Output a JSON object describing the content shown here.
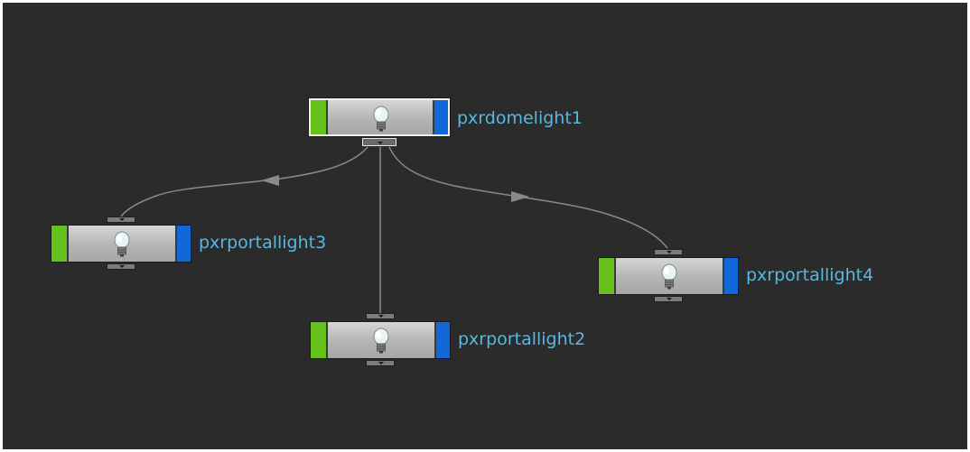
{
  "nodes": [
    {
      "id": "pxrdomelight1",
      "label": "pxrdomelight1",
      "selected": true,
      "icon": "light-bulb-icon"
    },
    {
      "id": "pxrportallight3",
      "label": "pxrportallight3",
      "selected": false,
      "icon": "light-bulb-icon"
    },
    {
      "id": "pxrportallight2",
      "label": "pxrportallight2",
      "selected": false,
      "icon": "light-bulb-icon"
    },
    {
      "id": "pxrportallight4",
      "label": "pxrportallight4",
      "selected": false,
      "icon": "light-bulb-icon"
    }
  ],
  "connections": [
    {
      "from": "pxrdomelight1",
      "to": "pxrportallight3"
    },
    {
      "from": "pxrdomelight1",
      "to": "pxrportallight2"
    },
    {
      "from": "pxrdomelight1",
      "to": "pxrportallight4"
    }
  ],
  "colors": {
    "background": "#2b2b2b",
    "display_flag": "#66c21a",
    "render_flag": "#1168d9",
    "label": "#58b8e0",
    "wire": "#8a8a8a"
  }
}
